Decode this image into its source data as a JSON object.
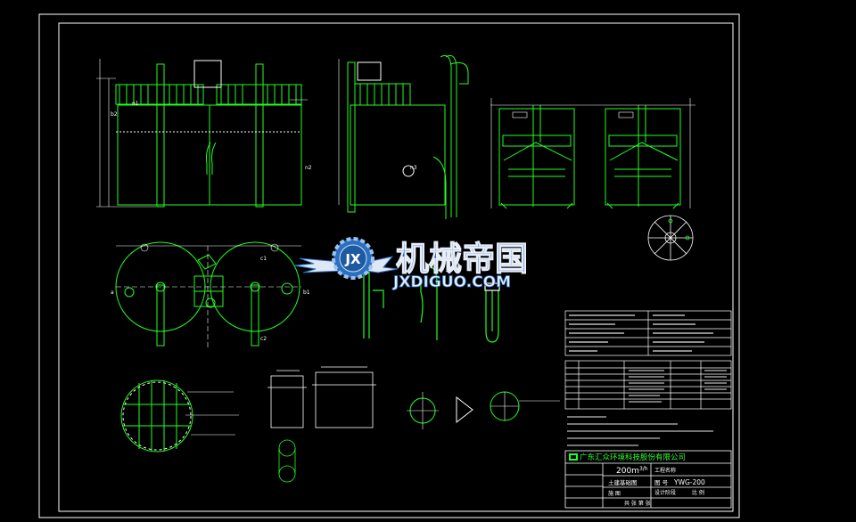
{
  "colors": {
    "background": "#000000",
    "linework": "#ffffff",
    "equipment": "#22ff22",
    "title_text": "#33ff33",
    "watermark_blue": "#2a6fc0",
    "watermark_light": "#e8eef8"
  },
  "watermark": {
    "logo_letters": "JX",
    "name_cn": "机械帝国",
    "site": "JXDIGUO.COM"
  },
  "title_block": {
    "company": "广东汇众环境科技股份有限公司",
    "capacity_value": "200m",
    "capacity_unit": "3/h",
    "project_label": "工程名称",
    "drawing_name": "土建基础图",
    "drawing_no_prefix": "图 号",
    "drawing_no": "YWG-200",
    "stage_label": "设计阶段",
    "stage_value": "施 图",
    "sheet_label": "共 张 第 张",
    "scale_label": "比 例"
  },
  "tables": {
    "params_rows": 5,
    "materials_rows": 7
  },
  "small_labels": {
    "n1": "n1",
    "n2": "n2",
    "n3": "n3",
    "c1": "c1",
    "c2": "c2",
    "b1": "b1",
    "b2": "b2",
    "a": "a"
  }
}
